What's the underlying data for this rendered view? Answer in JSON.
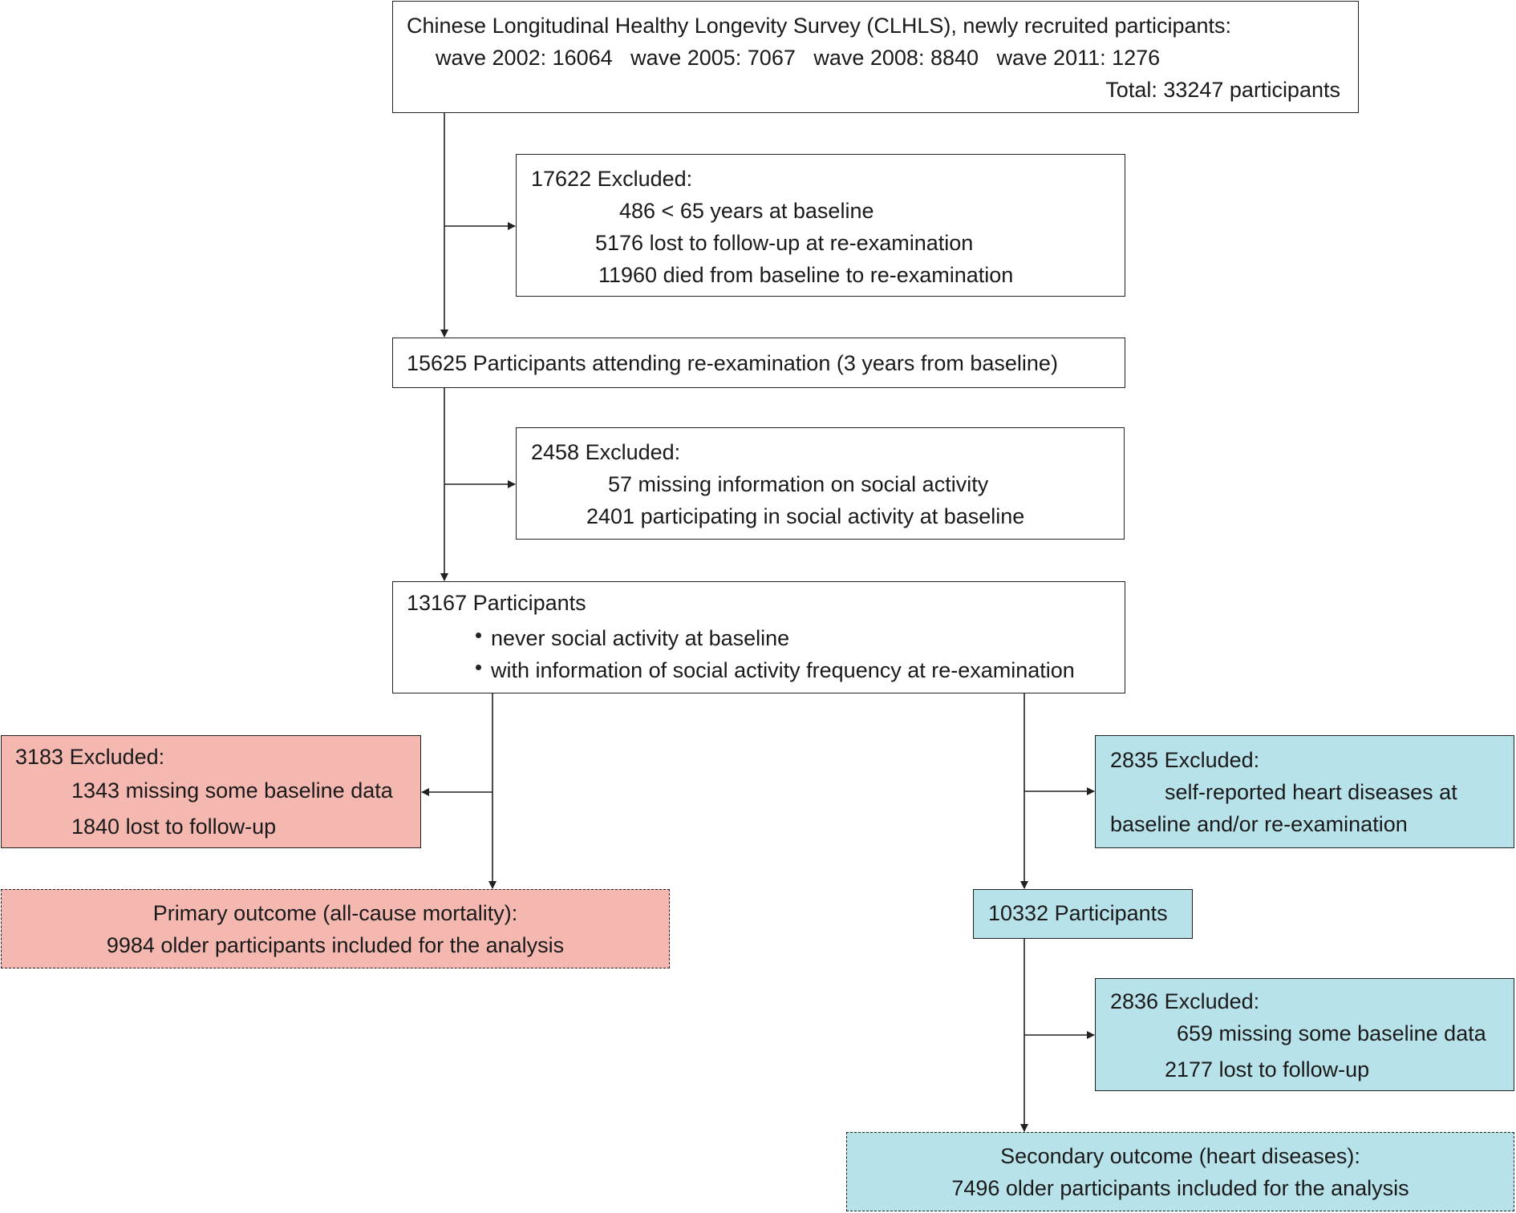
{
  "flowchart": {
    "source": {
      "line1": "Chinese Longitudinal Healthy Longevity Survey (CLHLS), newly recruited participants:",
      "line2": "wave 2002: 16064   wave 2005: 7067   wave 2008: 8840   wave 2011: 1276",
      "line3": "Total: 33247 participants"
    },
    "exclusion1": {
      "title": "17622 Excluded:",
      "items": [
        "486 < 65 years at baseline",
        "5176 lost to follow-up at re-examination",
        "11960 died from baseline to re-examination"
      ]
    },
    "reexam": {
      "text": "15625 Participants attending re-examination (3 years from baseline)"
    },
    "exclusion2": {
      "title": "2458 Excluded:",
      "items": [
        "57 missing information on social activity",
        "2401 participating in social activity at baseline"
      ]
    },
    "participants": {
      "title": "13167 Participants",
      "bullets": [
        "never social activity at baseline",
        "with information of social activity frequency at re-examination"
      ]
    },
    "exclusion_primary": {
      "title": "3183 Excluded:",
      "items": [
        "1343 missing some baseline data",
        "1840 lost to follow-up"
      ]
    },
    "primary_outcome": {
      "line1": "Primary outcome (all-cause mortality):",
      "line2": "9984 older participants included for the analysis"
    },
    "exclusion_heart": {
      "title": "2835 Excluded:",
      "items": [
        "self-reported heart diseases at",
        "baseline and/or re-examination"
      ]
    },
    "participants_secondary": {
      "text": "10332 Participants"
    },
    "exclusion_secondary": {
      "title": "2836 Excluded:",
      "items": [
        "659 missing some baseline data",
        "2177 lost to follow-up"
      ]
    },
    "secondary_outcome": {
      "line1": "Secondary outcome (heart diseases):",
      "line2": "7496 older participants included for the analysis"
    },
    "colors": {
      "primary_fill": "#f5b8b1",
      "secondary_fill": "#b8e2ea",
      "line": "#222222"
    }
  }
}
